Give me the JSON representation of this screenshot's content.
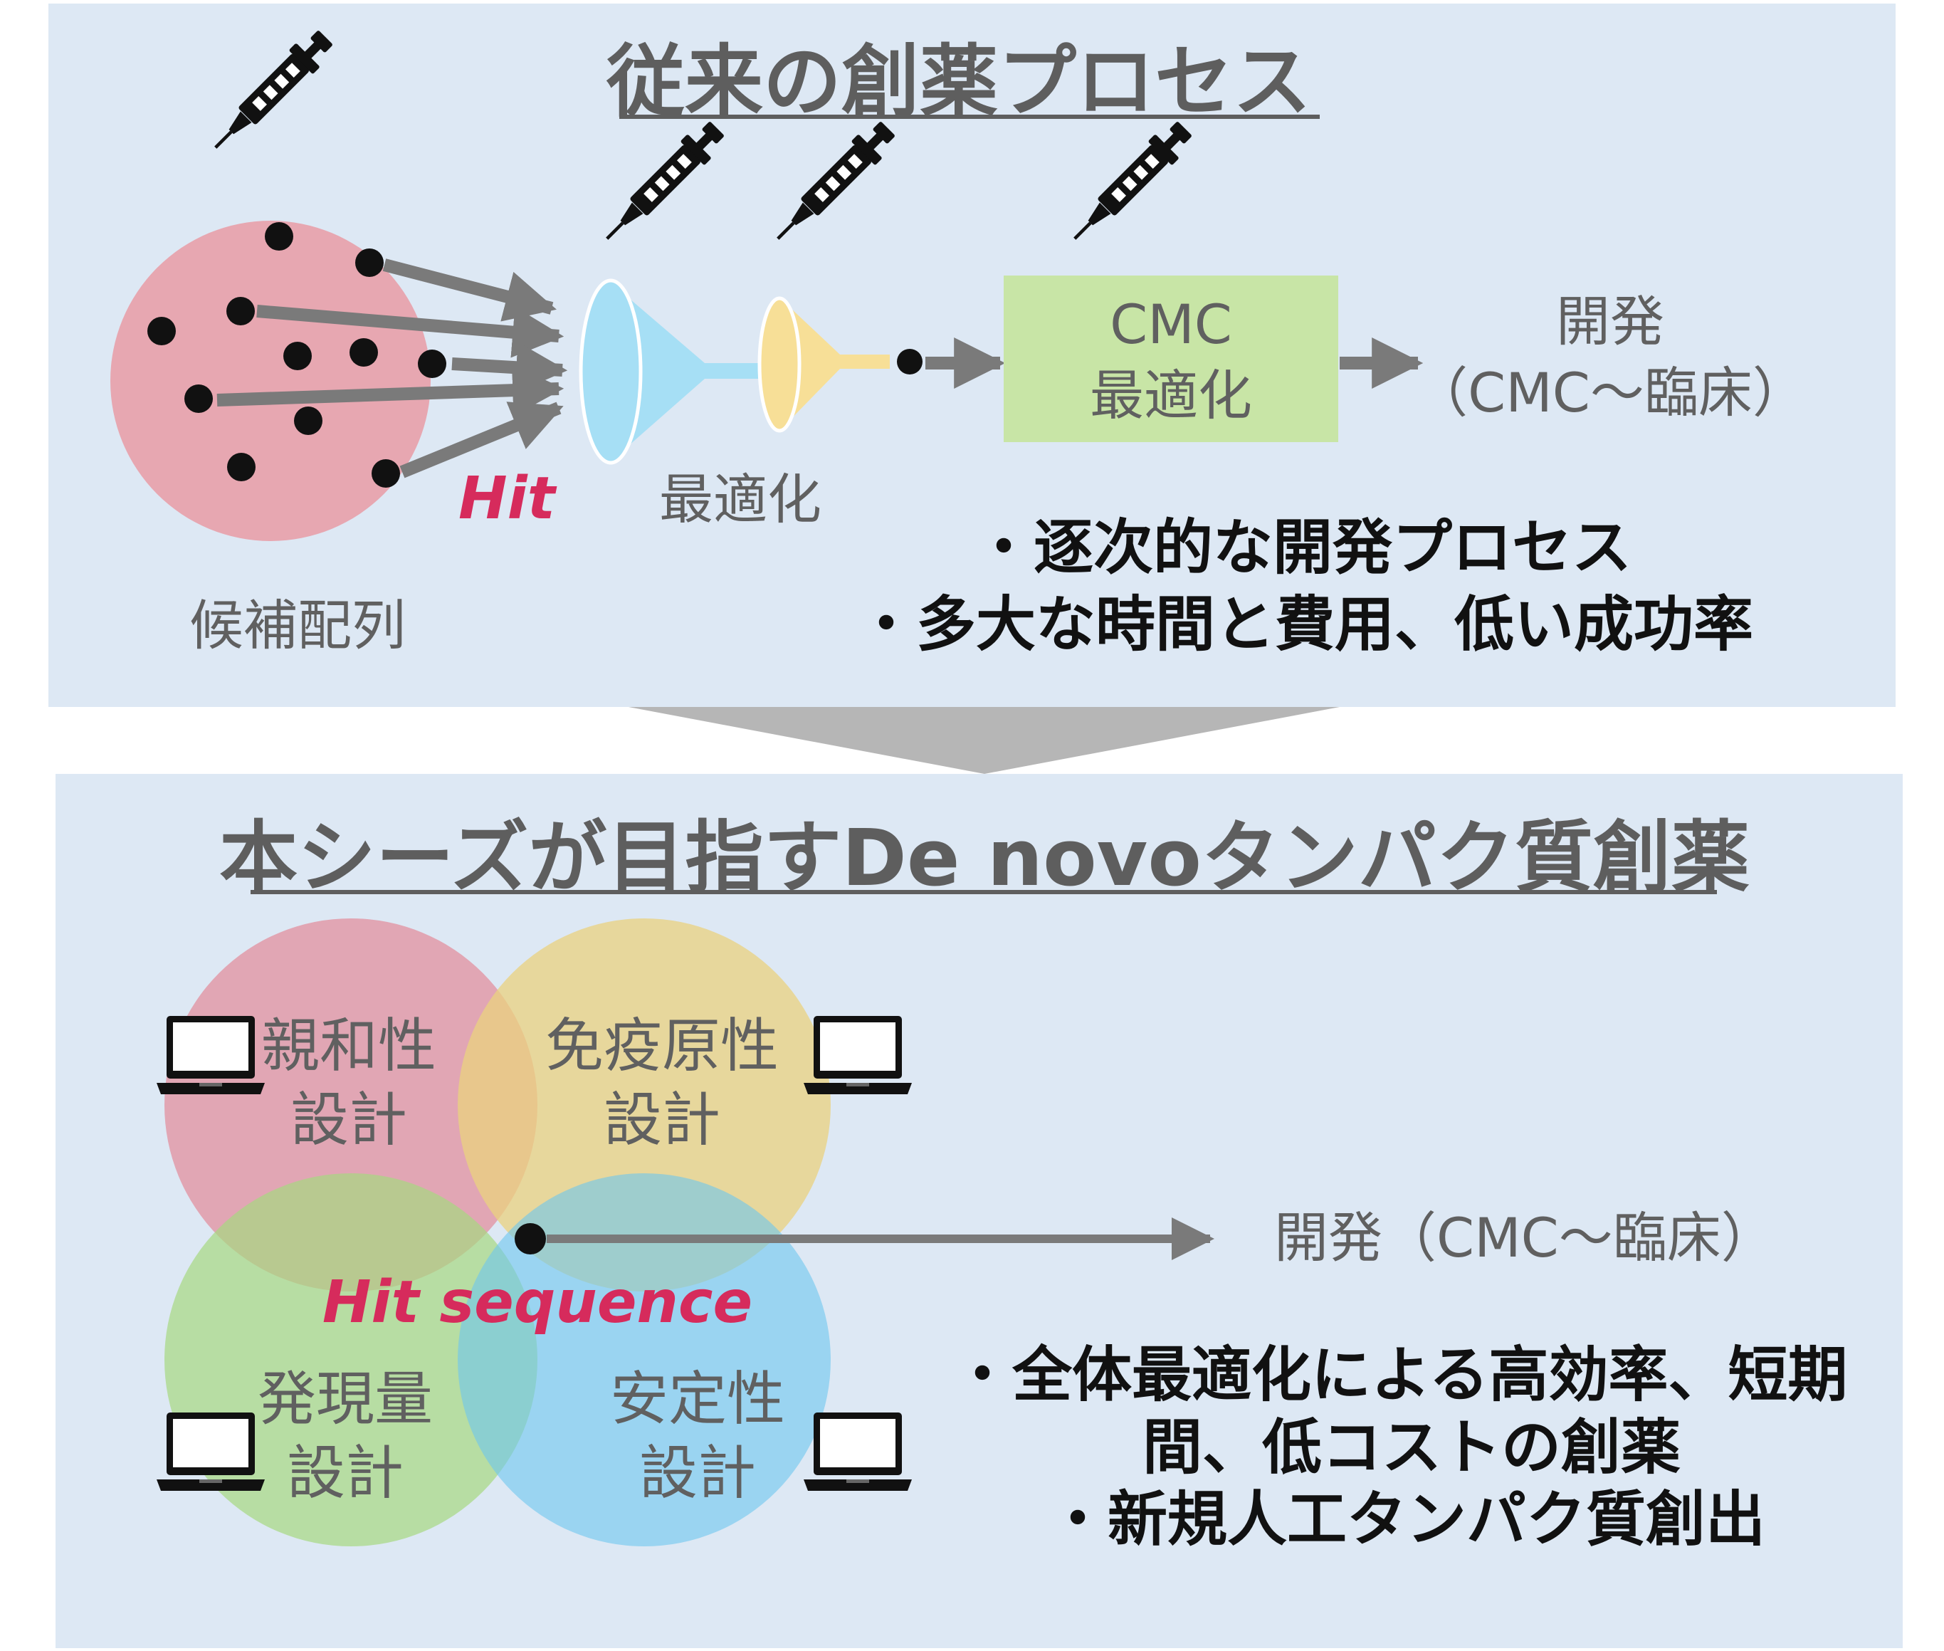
{
  "colors": {
    "panel_bg": "#dde8f4",
    "pool_circle": "#e7a7b1",
    "funnel_blue": "#a6dff5",
    "funnel_yellow": "#f7df97",
    "cmc_box": "#c8e5a6",
    "accent_hit": "#d62b5c",
    "venn_affinity": "#e29aa8",
    "venn_immunogenicity": "#ead27f",
    "venn_expression": "#a6d880",
    "venn_stability": "#6ec6ee"
  },
  "icons": [
    "pipette-icon",
    "laptop-icon"
  ],
  "top": {
    "title": "従来の創薬プロセス",
    "candidates_label": "候補配列",
    "hit_label": "Hit",
    "optimization_label": "最適化",
    "cmc_line1": "CMC",
    "cmc_line2": "最適化",
    "dev_line1": "開発",
    "dev_line2": "（CMC～臨床）",
    "bullets": [
      "・逐次的な開発プロセス",
      "・多大な時間と費用、低い成功率"
    ]
  },
  "bottom": {
    "title": "本シーズが目指すDe novoタンパク質創薬",
    "affinity_line1": "親和性",
    "affinity_line2": "設計",
    "immuno_line1": "免疫原性",
    "immuno_line2": "設計",
    "expression_line1": "発現量",
    "expression_line2": "設計",
    "stability_line1": "安定性",
    "stability_line2": "設計",
    "hit_sequence": "Hit sequence",
    "dev_label": "開発（CMC～臨床）",
    "bullet1_line1": "・全体最適化による高効率、短期",
    "bullet1_line2": "間、低コストの創薬",
    "bullet2": "・新規人工タンパク質創出"
  }
}
